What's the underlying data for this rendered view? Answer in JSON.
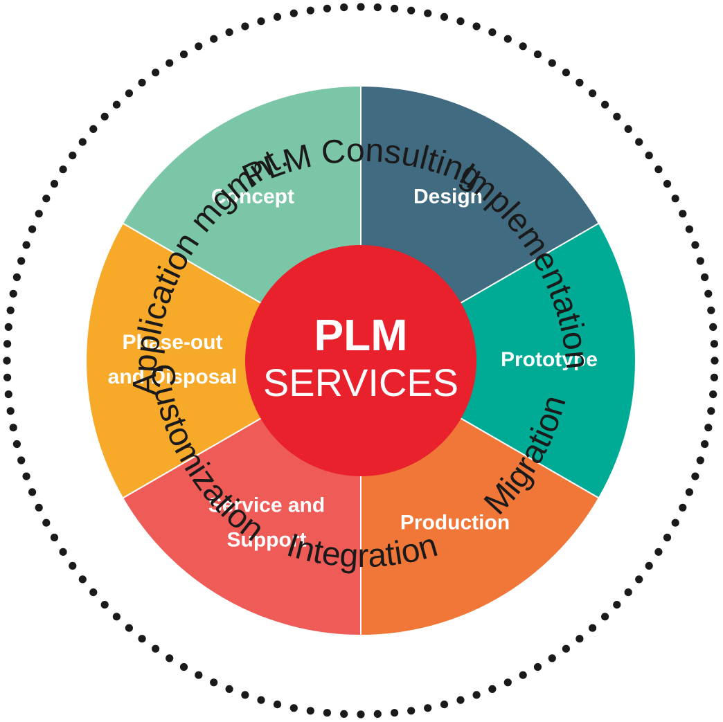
{
  "center": {
    "title": "PLM",
    "subtitle": "SERVICES",
    "color": "#e8212c"
  },
  "segments": [
    {
      "id": "concept",
      "lines": [
        "Concept"
      ],
      "color": "#7bc6a7"
    },
    {
      "id": "design",
      "lines": [
        "Design"
      ],
      "color": "#416b80"
    },
    {
      "id": "prototype",
      "lines": [
        "Prototype"
      ],
      "color": "#00ab96"
    },
    {
      "id": "production",
      "lines": [
        "Production"
      ],
      "color": "#f07738"
    },
    {
      "id": "service-support",
      "lines": [
        "Service and",
        "Support"
      ],
      "color": "#ef5c57"
    },
    {
      "id": "phase-out",
      "lines": [
        "Phase-out",
        "and Disposal"
      ],
      "color": "#f7a929"
    }
  ],
  "outer_labels": [
    {
      "id": "plm-consulting",
      "text": "PLM Consulting"
    },
    {
      "id": "implementation",
      "text": "Implementation"
    },
    {
      "id": "migration",
      "text": "Migration"
    },
    {
      "id": "integration",
      "text": "Integration"
    },
    {
      "id": "customization",
      "text": "Customization"
    },
    {
      "id": "application-mgmt",
      "text": "Application mgmnt."
    }
  ],
  "dot_color": "#1a1a1a"
}
